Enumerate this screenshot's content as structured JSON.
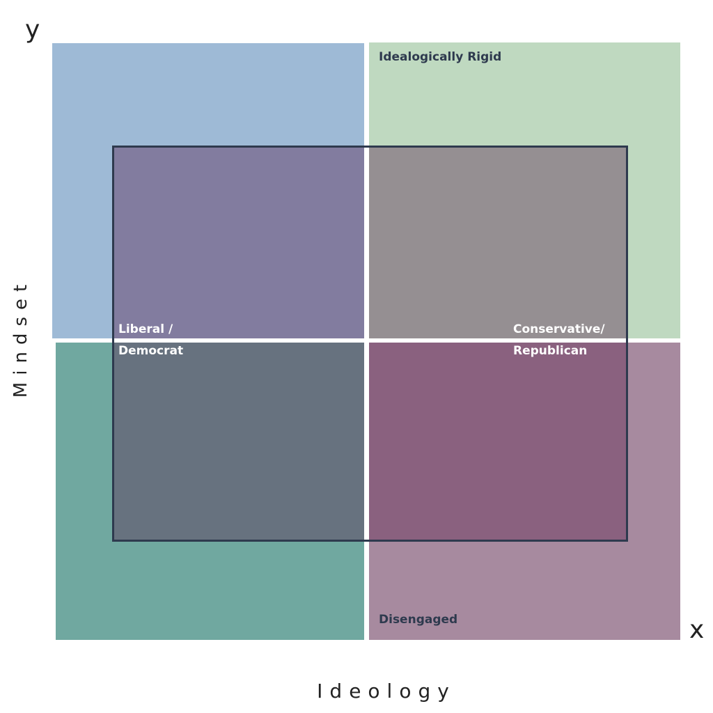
{
  "axes": {
    "y_letter": "y",
    "x_letter": "x",
    "y_label": "Mindset",
    "x_label": "Ideology"
  },
  "quadrants": {
    "top_right_label": "Idealogically Rigid",
    "bottom_right_label": "Disengaged"
  },
  "overlay": {
    "left_label_line1": "Liberal /",
    "left_label_line2": "Democrat",
    "right_label_line1": "Conservative/",
    "right_label_line2": "Republican"
  },
  "colors": {
    "top_left": "#9EBAD6",
    "top_right": "#BFD9C0",
    "bottom_left": "#70A8A0",
    "bottom_right": "#A78A9F",
    "overlay_tl": "#827C9F",
    "overlay_tr": "#958F92",
    "overlay_bl": "#67727F",
    "overlay_br": "#8A617F",
    "border": "#2E3A4E"
  }
}
